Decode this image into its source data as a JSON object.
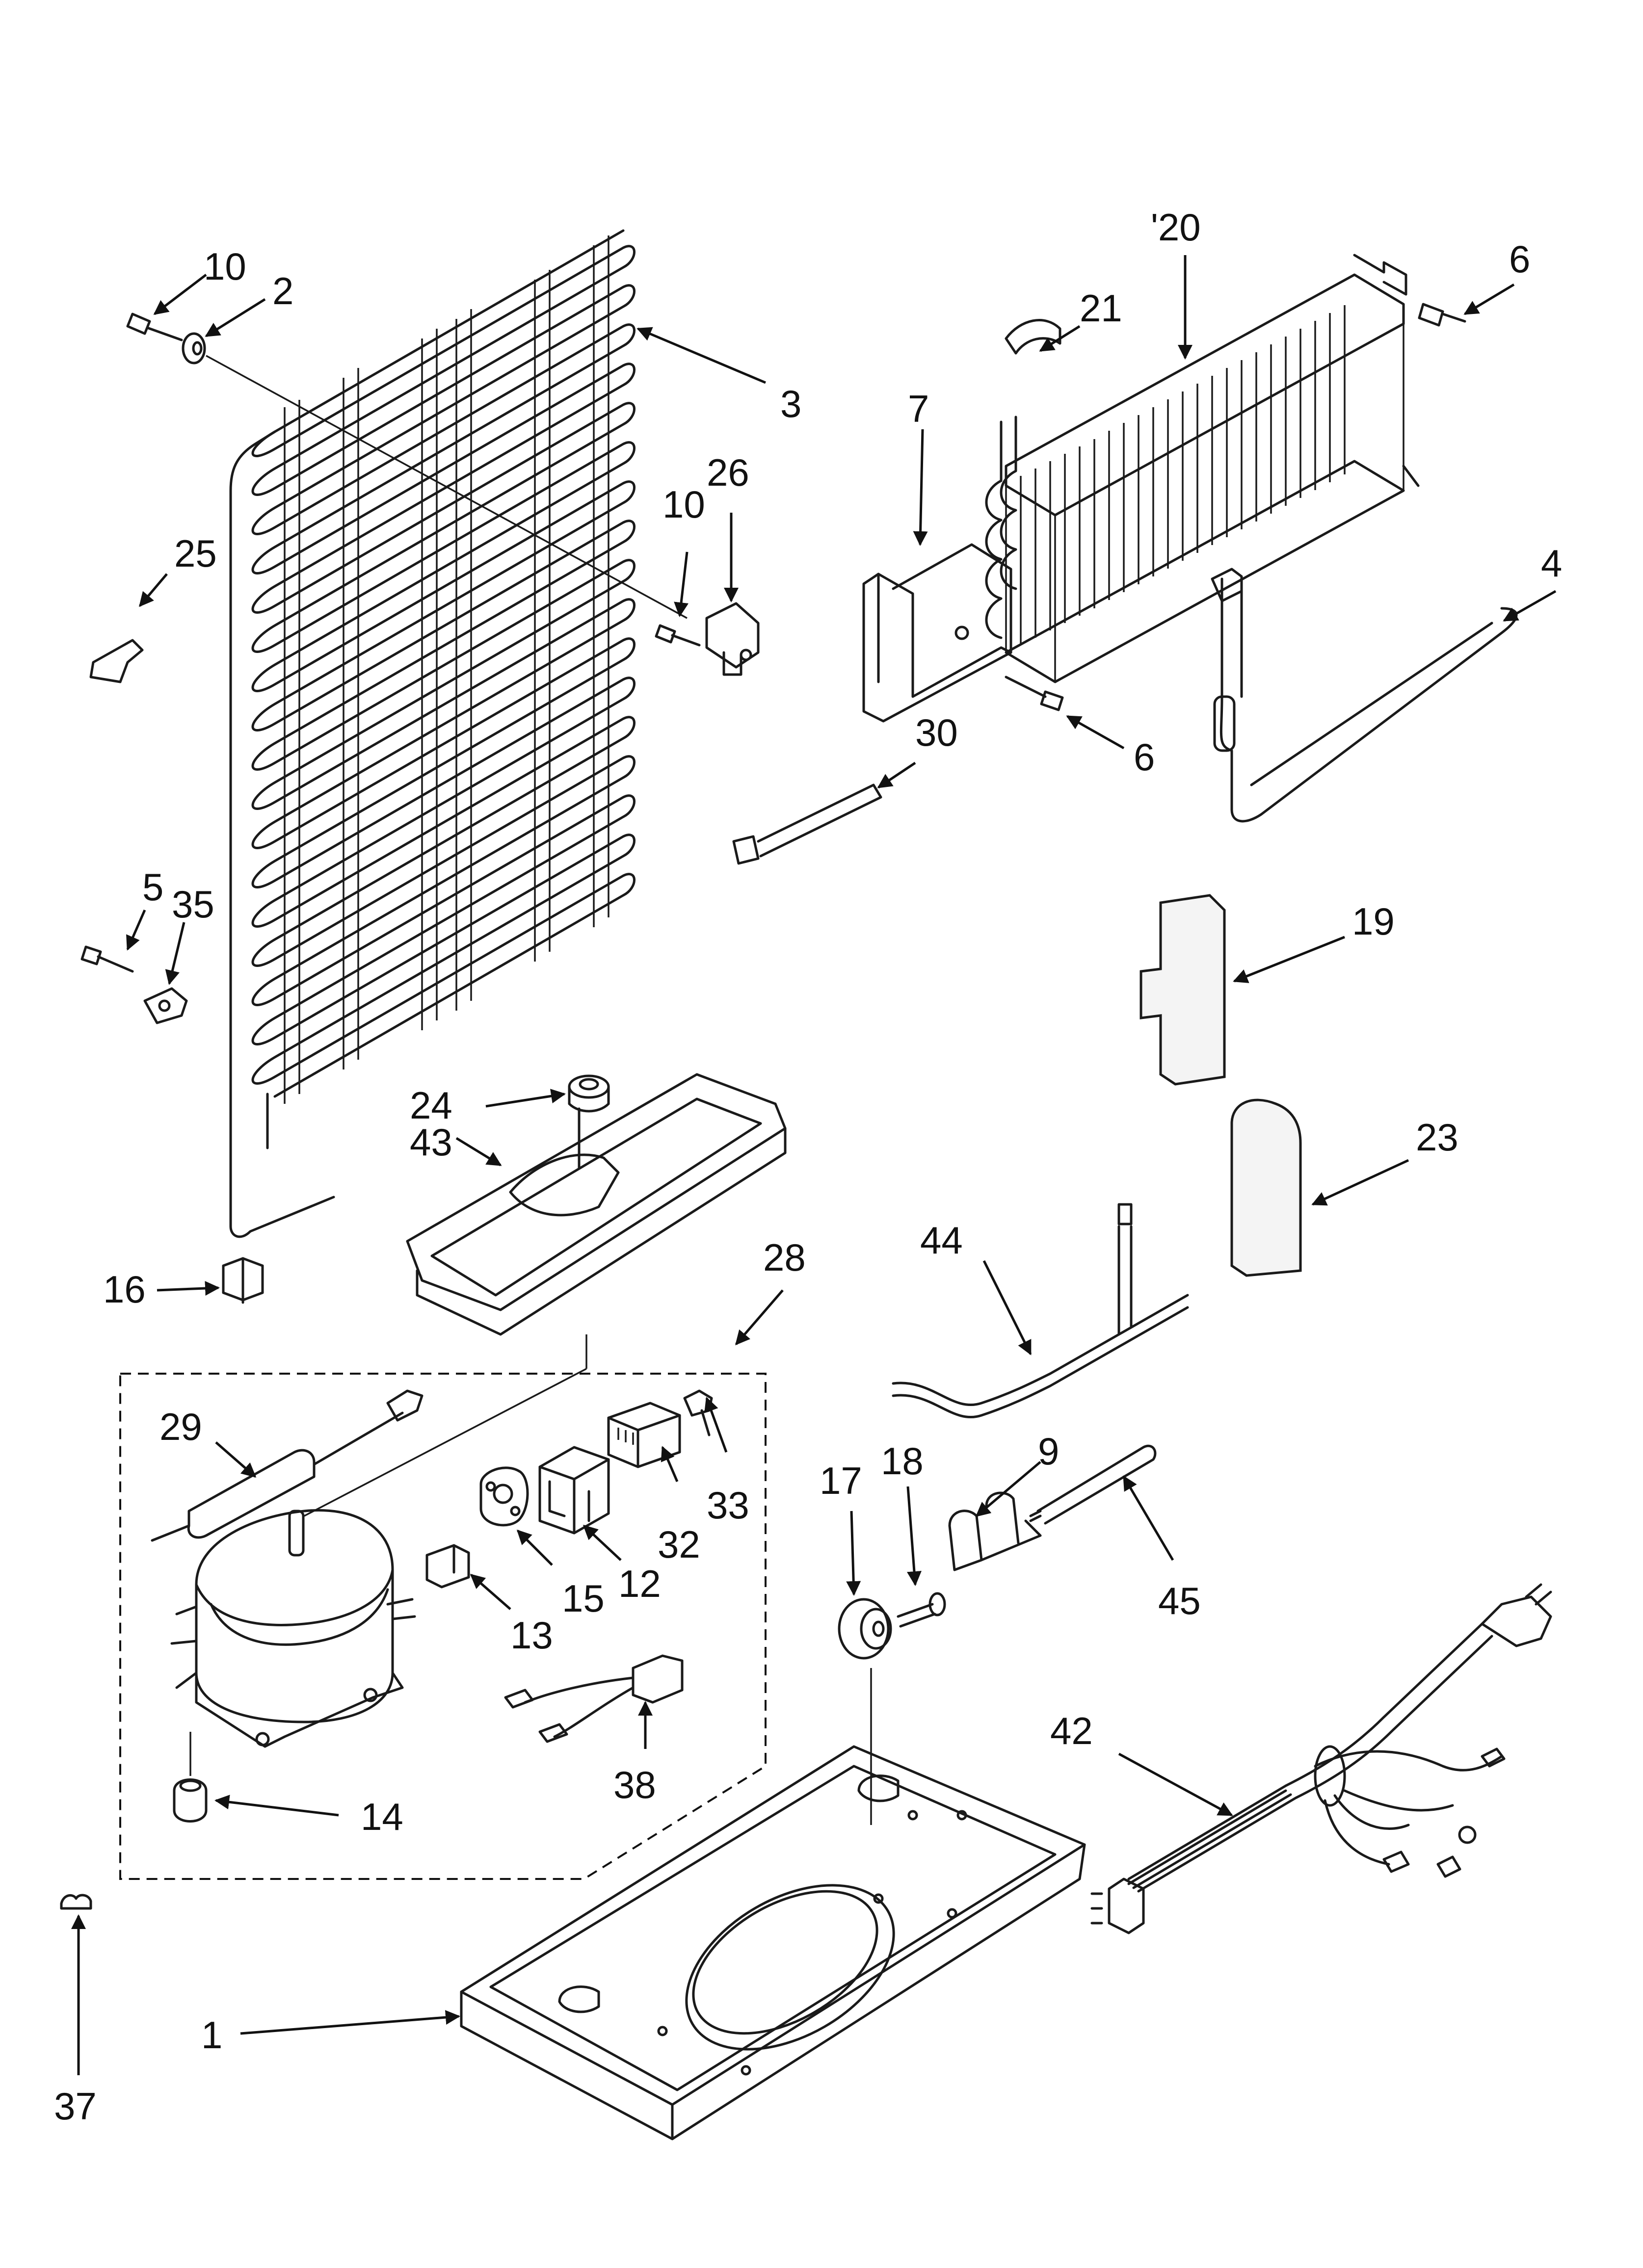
{
  "callouts": {
    "c1": "1",
    "c2": "2",
    "c3": "3",
    "c4": "4",
    "c5": "5",
    "c6a": "6",
    "c6b": "6",
    "c7": "7",
    "c9": "9",
    "c10a": "10",
    "c10b": "10",
    "c12": "12",
    "c13": "13",
    "c14": "14",
    "c15": "15",
    "c16": "16",
    "c17": "17",
    "c18": "18",
    "c19": "19",
    "c20": "'20",
    "c21": "21",
    "c23": "23",
    "c24": "24",
    "c25": "25",
    "c26": "26",
    "c28": "28",
    "c29": "29",
    "c30": "30",
    "c32": "32",
    "c33": "33",
    "c35": "35",
    "c37": "37",
    "c38": "38",
    "c42": "42",
    "c43": "43",
    "c44": "44",
    "c45": "45"
  },
  "colors": {
    "line": "#1a1a1a",
    "background": "#ffffff",
    "foam": "#f4f4f4"
  }
}
